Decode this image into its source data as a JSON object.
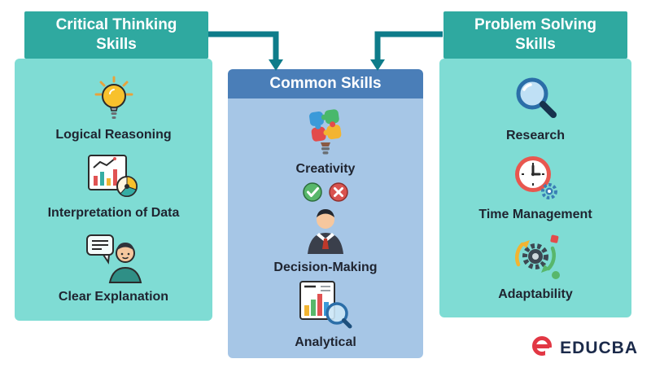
{
  "diagram": {
    "left_panel": {
      "title": "Critical Thinking Skills",
      "items": [
        {
          "label": "Logical Reasoning",
          "icon": "lightbulb-icon"
        },
        {
          "label": "Interpretation of Data",
          "icon": "data-interpretation-icon"
        },
        {
          "label": "Clear Explanation",
          "icon": "speech-person-icon"
        }
      ]
    },
    "center_panel": {
      "title": "Common Skills",
      "items": [
        {
          "label": "Creativity",
          "icon": "puzzle-bulb-icon"
        },
        {
          "label": "Decision-Making",
          "icon": "decision-person-icon"
        },
        {
          "label": "Analytical",
          "icon": "chart-magnifier-icon"
        }
      ]
    },
    "right_panel": {
      "title": "Problem Solving Skills",
      "items": [
        {
          "label": "Research",
          "icon": "magnifier-icon"
        },
        {
          "label": "Time Management",
          "icon": "clock-gear-icon"
        },
        {
          "label": "Adaptability",
          "icon": "gears-arrows-icon"
        }
      ]
    }
  },
  "branding": {
    "logo_text": "EDUCBA"
  },
  "colors": {
    "teal_header": "#2FA9A0",
    "teal_body": "#7FDCD4",
    "blue_header": "#4A7EB8",
    "blue_body": "#A6C6E6",
    "arrow": "#0E7C8A",
    "logo_red": "#E23744",
    "logo_navy": "#1B2A4A",
    "label_text": "#1F2430"
  }
}
